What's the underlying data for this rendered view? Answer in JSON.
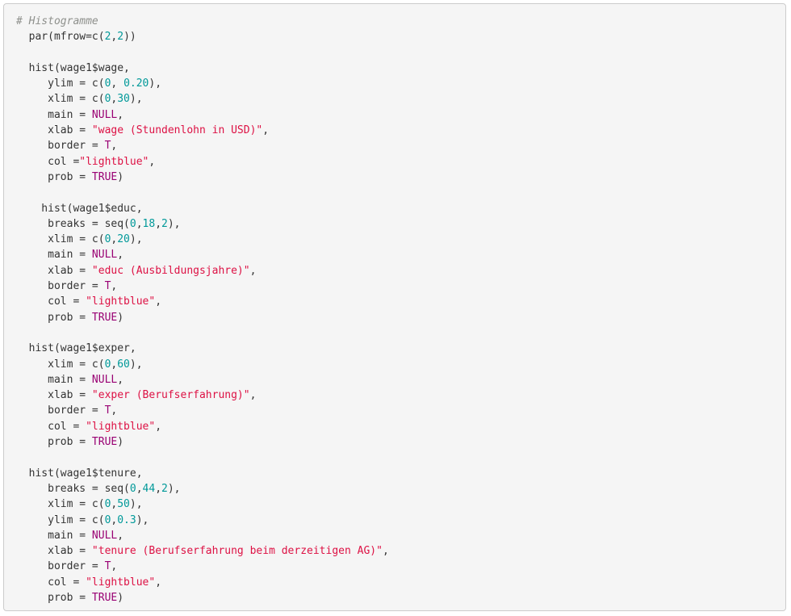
{
  "code_block": {
    "language": "r",
    "colors": {
      "background": "#f5f5f5",
      "border": "#cccccc",
      "text": "#333333",
      "comment": "#8e908c",
      "number": "#009999",
      "string": "#dd1144",
      "keyword": "#990073"
    },
    "lines": [
      [
        {
          "t": "c",
          "v": "# Histogramme"
        }
      ],
      [
        {
          "t": "p",
          "v": "  par(mfrow=c("
        },
        {
          "t": "n",
          "v": "2"
        },
        {
          "t": "p",
          "v": ","
        },
        {
          "t": "n",
          "v": "2"
        },
        {
          "t": "p",
          "v": "))"
        }
      ],
      [],
      [
        {
          "t": "p",
          "v": "  hist(wage1$wage,"
        }
      ],
      [
        {
          "t": "p",
          "v": "     ylim = c("
        },
        {
          "t": "n",
          "v": "0"
        },
        {
          "t": "p",
          "v": ", "
        },
        {
          "t": "n",
          "v": "0.20"
        },
        {
          "t": "p",
          "v": "),"
        }
      ],
      [
        {
          "t": "p",
          "v": "     xlim = c("
        },
        {
          "t": "n",
          "v": "0"
        },
        {
          "t": "p",
          "v": ","
        },
        {
          "t": "n",
          "v": "30"
        },
        {
          "t": "p",
          "v": "),"
        }
      ],
      [
        {
          "t": "p",
          "v": "     main = "
        },
        {
          "t": "k",
          "v": "NULL"
        },
        {
          "t": "p",
          "v": ","
        }
      ],
      [
        {
          "t": "p",
          "v": "     xlab = "
        },
        {
          "t": "s",
          "v": "\"wage (Stundenlohn in USD)\""
        },
        {
          "t": "p",
          "v": ","
        }
      ],
      [
        {
          "t": "p",
          "v": "     border = "
        },
        {
          "t": "k",
          "v": "T"
        },
        {
          "t": "p",
          "v": ","
        }
      ],
      [
        {
          "t": "p",
          "v": "     col ="
        },
        {
          "t": "s",
          "v": "\"lightblue\""
        },
        {
          "t": "p",
          "v": ","
        }
      ],
      [
        {
          "t": "p",
          "v": "     prob = "
        },
        {
          "t": "k",
          "v": "TRUE"
        },
        {
          "t": "p",
          "v": ")"
        }
      ],
      [],
      [
        {
          "t": "p",
          "v": "    hist(wage1$educ,"
        }
      ],
      [
        {
          "t": "p",
          "v": "     breaks = seq("
        },
        {
          "t": "n",
          "v": "0"
        },
        {
          "t": "p",
          "v": ","
        },
        {
          "t": "n",
          "v": "18"
        },
        {
          "t": "p",
          "v": ","
        },
        {
          "t": "n",
          "v": "2"
        },
        {
          "t": "p",
          "v": "),"
        }
      ],
      [
        {
          "t": "p",
          "v": "     xlim = c("
        },
        {
          "t": "n",
          "v": "0"
        },
        {
          "t": "p",
          "v": ","
        },
        {
          "t": "n",
          "v": "20"
        },
        {
          "t": "p",
          "v": "),"
        }
      ],
      [
        {
          "t": "p",
          "v": "     main = "
        },
        {
          "t": "k",
          "v": "NULL"
        },
        {
          "t": "p",
          "v": ","
        }
      ],
      [
        {
          "t": "p",
          "v": "     xlab = "
        },
        {
          "t": "s",
          "v": "\"educ (Ausbildungsjahre)\""
        },
        {
          "t": "p",
          "v": ","
        }
      ],
      [
        {
          "t": "p",
          "v": "     border = "
        },
        {
          "t": "k",
          "v": "T"
        },
        {
          "t": "p",
          "v": ","
        }
      ],
      [
        {
          "t": "p",
          "v": "     col = "
        },
        {
          "t": "s",
          "v": "\"lightblue\""
        },
        {
          "t": "p",
          "v": ","
        }
      ],
      [
        {
          "t": "p",
          "v": "     prob = "
        },
        {
          "t": "k",
          "v": "TRUE"
        },
        {
          "t": "p",
          "v": ")"
        }
      ],
      [],
      [
        {
          "t": "p",
          "v": "  hist(wage1$exper,"
        }
      ],
      [
        {
          "t": "p",
          "v": "     xlim = c("
        },
        {
          "t": "n",
          "v": "0"
        },
        {
          "t": "p",
          "v": ","
        },
        {
          "t": "n",
          "v": "60"
        },
        {
          "t": "p",
          "v": "),"
        }
      ],
      [
        {
          "t": "p",
          "v": "     main = "
        },
        {
          "t": "k",
          "v": "NULL"
        },
        {
          "t": "p",
          "v": ","
        }
      ],
      [
        {
          "t": "p",
          "v": "     xlab = "
        },
        {
          "t": "s",
          "v": "\"exper (Berufserfahrung)\""
        },
        {
          "t": "p",
          "v": ","
        }
      ],
      [
        {
          "t": "p",
          "v": "     border = "
        },
        {
          "t": "k",
          "v": "T"
        },
        {
          "t": "p",
          "v": ","
        }
      ],
      [
        {
          "t": "p",
          "v": "     col = "
        },
        {
          "t": "s",
          "v": "\"lightblue\""
        },
        {
          "t": "p",
          "v": ","
        }
      ],
      [
        {
          "t": "p",
          "v": "     prob = "
        },
        {
          "t": "k",
          "v": "TRUE"
        },
        {
          "t": "p",
          "v": ")"
        }
      ],
      [],
      [
        {
          "t": "p",
          "v": "  hist(wage1$tenure,"
        }
      ],
      [
        {
          "t": "p",
          "v": "     breaks = seq("
        },
        {
          "t": "n",
          "v": "0"
        },
        {
          "t": "p",
          "v": ","
        },
        {
          "t": "n",
          "v": "44"
        },
        {
          "t": "p",
          "v": ","
        },
        {
          "t": "n",
          "v": "2"
        },
        {
          "t": "p",
          "v": "),"
        }
      ],
      [
        {
          "t": "p",
          "v": "     xlim = c("
        },
        {
          "t": "n",
          "v": "0"
        },
        {
          "t": "p",
          "v": ","
        },
        {
          "t": "n",
          "v": "50"
        },
        {
          "t": "p",
          "v": "),"
        }
      ],
      [
        {
          "t": "p",
          "v": "     ylim = c("
        },
        {
          "t": "n",
          "v": "0"
        },
        {
          "t": "p",
          "v": ","
        },
        {
          "t": "n",
          "v": "0.3"
        },
        {
          "t": "p",
          "v": "),"
        }
      ],
      [
        {
          "t": "p",
          "v": "     main = "
        },
        {
          "t": "k",
          "v": "NULL"
        },
        {
          "t": "p",
          "v": ","
        }
      ],
      [
        {
          "t": "p",
          "v": "     xlab = "
        },
        {
          "t": "s",
          "v": "\"tenure (Berufserfahrung beim derzeitigen AG)\""
        },
        {
          "t": "p",
          "v": ","
        }
      ],
      [
        {
          "t": "p",
          "v": "     border = "
        },
        {
          "t": "k",
          "v": "T"
        },
        {
          "t": "p",
          "v": ","
        }
      ],
      [
        {
          "t": "p",
          "v": "     col = "
        },
        {
          "t": "s",
          "v": "\"lightblue\""
        },
        {
          "t": "p",
          "v": ","
        }
      ],
      [
        {
          "t": "p",
          "v": "     prob = "
        },
        {
          "t": "k",
          "v": "TRUE"
        },
        {
          "t": "p",
          "v": ")"
        }
      ]
    ]
  }
}
